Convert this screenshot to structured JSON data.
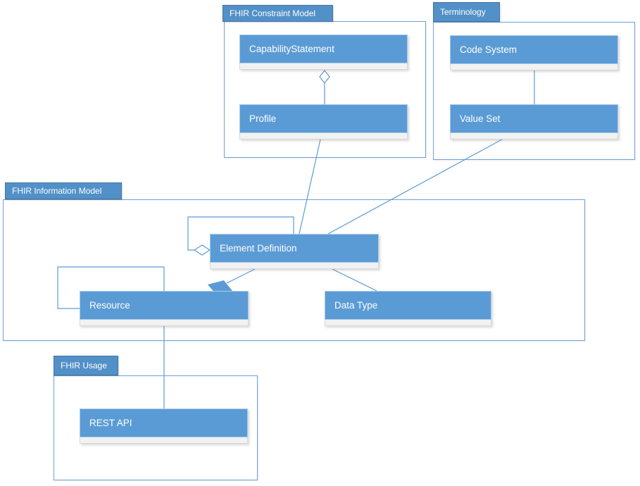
{
  "diagram": {
    "type": "uml-package-diagram",
    "colors": {
      "class_fill": "#5b9bd5",
      "class_border": "#a9cbea",
      "compartment_fill": "#f2f2f2",
      "compartment_border": "#d9d9d9",
      "package_tab_fill": "#5290c8",
      "package_border": "#6fa1d9",
      "connector": "#5b9bd5",
      "label_text": "#ffffff"
    },
    "packages": [
      {
        "id": "constraint",
        "label": "FHIR Constraint Model"
      },
      {
        "id": "terminology",
        "label": "Terminology"
      },
      {
        "id": "information",
        "label": "FHIR Information Model"
      },
      {
        "id": "usage",
        "label": "FHIR Usage"
      }
    ],
    "classes": [
      {
        "id": "capability-statement",
        "label": "CapabilityStatement",
        "package": "FHIR Constraint Model"
      },
      {
        "id": "profile",
        "label": "Profile",
        "package": "FHIR Constraint Model"
      },
      {
        "id": "code-system",
        "label": "Code System",
        "package": "Terminology"
      },
      {
        "id": "value-set",
        "label": "Value Set",
        "package": "Terminology"
      },
      {
        "id": "element-definition",
        "label": "Element Definition",
        "package": "FHIR Information Model"
      },
      {
        "id": "resource",
        "label": "Resource",
        "package": "FHIR Information Model"
      },
      {
        "id": "data-type",
        "label": "Data Type",
        "package": "FHIR Information Model"
      },
      {
        "id": "rest-api",
        "label": "REST API",
        "package": "FHIR Usage"
      }
    ],
    "relationships": [
      {
        "from": "CapabilityStatement",
        "to": "Profile",
        "type": "aggregation (open diamond at CapabilityStatement)"
      },
      {
        "from": "Code System",
        "to": "Value Set",
        "type": "association"
      },
      {
        "from": "Profile",
        "to": "Element Definition",
        "type": "association"
      },
      {
        "from": "Value Set",
        "to": "Element Definition",
        "type": "association"
      },
      {
        "from": "Element Definition",
        "to": "Element Definition",
        "type": "self aggregation (open diamond)"
      },
      {
        "from": "Element Definition",
        "to": "Resource",
        "type": "composition (filled diamond at Resource)"
      },
      {
        "from": "Element Definition",
        "to": "Data Type",
        "type": "association"
      },
      {
        "from": "Resource",
        "to": "Resource",
        "type": "self association"
      },
      {
        "from": "Resource",
        "to": "REST API",
        "type": "association"
      }
    ]
  }
}
